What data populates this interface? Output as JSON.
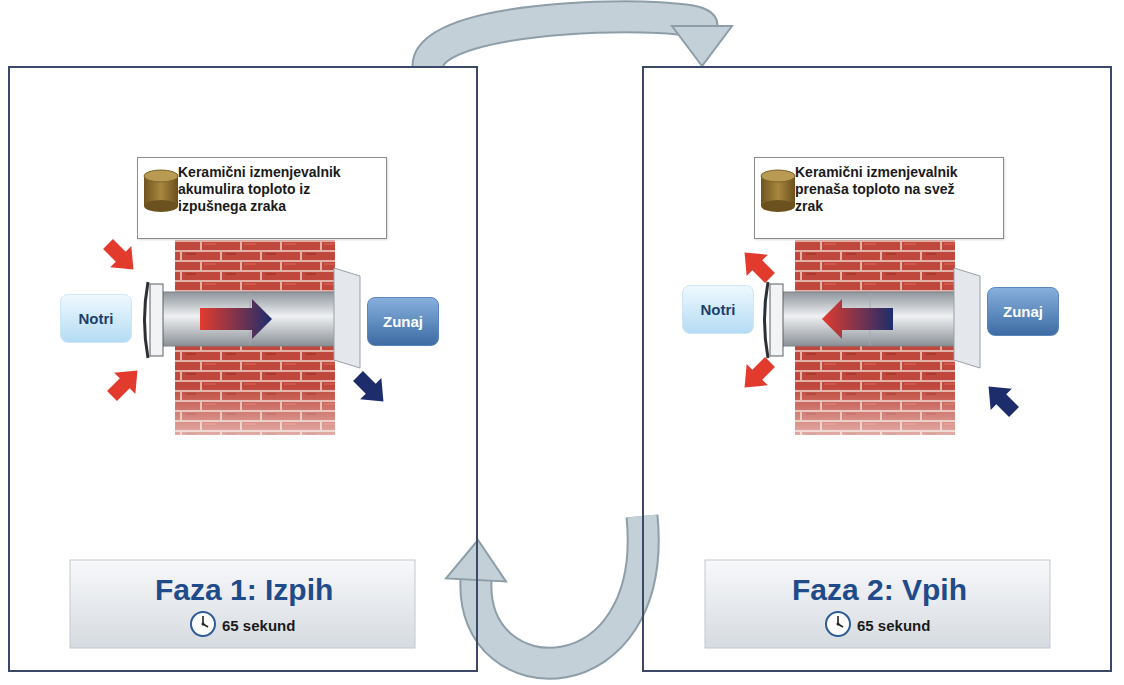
{
  "diagram": {
    "nodes": [
      {
        "text": [
          "Faza 1: Izpih",
          "65 sekund"
        ]
      },
      {
        "text": [
          "Keramični izmenjevalnik akumulira toploto iz izpušnega zraka"
        ],
        "in": 0
      },
      {
        "text": [
          "Notri"
        ],
        "in": 0
      },
      {
        "text": [
          "Zunaj"
        ],
        "in": 0
      },
      {
        "text": [
          "Faza 2: Vpih",
          "65 sekund"
        ]
      },
      {
        "text": [
          "Keramični izmenjevalnik prenaša toploto na svež zrak"
        ],
        "in": 4
      },
      {
        "text": [
          "Notri"
        ],
        "in": 4
      },
      {
        "text": [
          "Zunaj"
        ],
        "in": 4
      }
    ],
    "edges": [
      {
        "from": 0,
        "to": 4,
        "arrow": "to"
      },
      {
        "from": 4,
        "to": 0,
        "arrow": "to"
      }
    ]
  }
}
